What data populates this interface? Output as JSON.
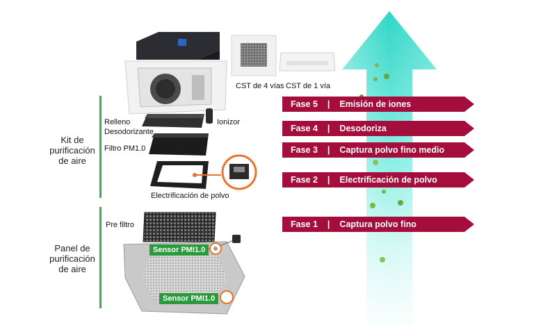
{
  "left_labels": {
    "kit": [
      "Kit de",
      "purificación",
      "de aire"
    ],
    "panel": [
      "Panel de",
      "purificación",
      "de aire"
    ]
  },
  "component_labels": {
    "relleno": "Relleno",
    "desodorizante": "Desodorizante",
    "ionizor": "Ionizor",
    "filtro": "Filtro PM1.0",
    "electrificacion": "Electrificación de polvo",
    "prefiltro": "Pre filtro"
  },
  "product_labels": {
    "cst4": "CST de 4 vías",
    "cst1": "CST de 1 vía"
  },
  "sensors": [
    {
      "label": "Sensor PMI1.0"
    },
    {
      "label": "Sensor PMI1.0"
    }
  ],
  "phases": [
    {
      "num": "Fase 5",
      "sep": "|",
      "desc": "Emisión de iones"
    },
    {
      "num": "Fase 4",
      "sep": "|",
      "desc": "Desodoriza"
    },
    {
      "num": "Fase 3",
      "sep": "|",
      "desc": "Captura polvo fino medio"
    },
    {
      "num": "Fase 2",
      "sep": "|",
      "desc": "Electrificación de polvo"
    },
    {
      "num": "Fase 1",
      "sep": "|",
      "desc": "Captura polvo fino"
    }
  ],
  "colors": {
    "phase_bar": "#a50e3c",
    "green_accent": "#3cae49",
    "arrow_teal": "#3fe0cf",
    "highlight_orange": "#e8742a"
  }
}
